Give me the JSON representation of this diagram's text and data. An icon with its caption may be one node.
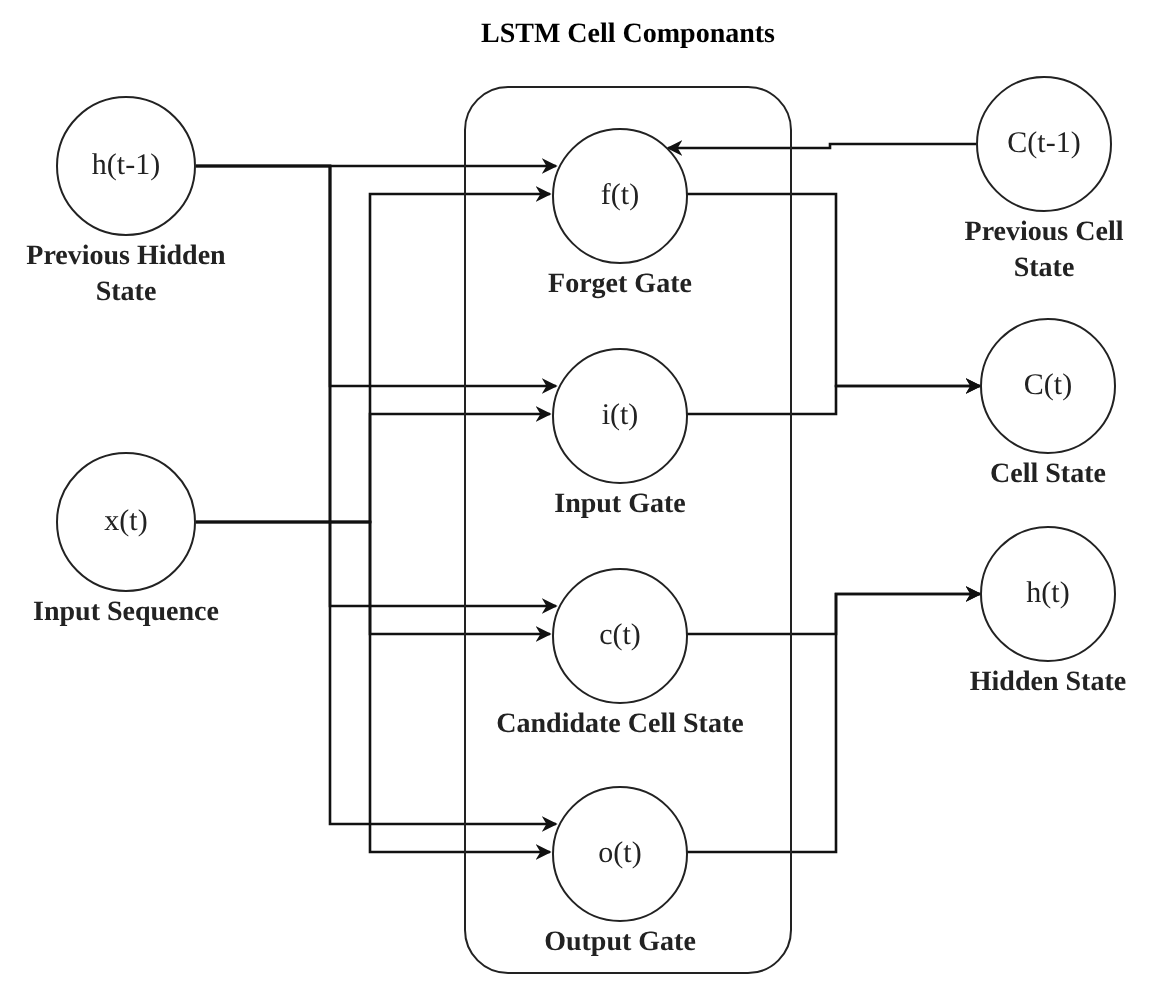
{
  "diagram": {
    "nodes": [
      {
        "text": [
          "LSTM Cell Componants"
        ]
      },
      {
        "text": [
          "h(t-1)"
        ],
        "beside": [
          "Previous Hidden State"
        ]
      },
      {
        "text": [
          "x(t)"
        ],
        "beside": [
          "Input Sequence"
        ]
      },
      {
        "text": [
          "f(t)"
        ],
        "beside": [
          "Forget Gate"
        ],
        "in": 0
      },
      {
        "text": [
          "i(t)"
        ],
        "beside": [
          "Input Gate"
        ],
        "in": 0
      },
      {
        "text": [
          "c(t)"
        ],
        "beside": [
          "Candidate Cell State"
        ],
        "in": 0
      },
      {
        "text": [
          "o(t)"
        ],
        "beside": [
          "Output Gate"
        ],
        "in": 0
      },
      {
        "text": [
          "C(t-1)"
        ],
        "beside": [
          "Previous Cell State"
        ]
      },
      {
        "text": [
          "C(t)"
        ],
        "beside": [
          "Cell State"
        ]
      },
      {
        "text": [
          "h(t)"
        ],
        "beside": [
          "Hidden State"
        ]
      }
    ],
    "edges": [
      {
        "from": 1,
        "to": 3,
        "arrow": "to"
      },
      {
        "from": 1,
        "to": 4,
        "arrow": "to"
      },
      {
        "from": 1,
        "to": 5,
        "arrow": "to"
      },
      {
        "from": 1,
        "to": 6,
        "arrow": "to"
      },
      {
        "from": 2,
        "to": 3,
        "arrow": "to"
      },
      {
        "from": 2,
        "to": 4,
        "arrow": "to"
      },
      {
        "from": 2,
        "to": 5,
        "arrow": "to"
      },
      {
        "from": 2,
        "to": 6,
        "arrow": "to"
      },
      {
        "from": 7,
        "to": 3,
        "arrow": "to"
      },
      {
        "from": 3,
        "to": 8,
        "arrow": "to"
      },
      {
        "from": 4,
        "to": 8,
        "arrow": "to"
      },
      {
        "from": 5,
        "to": 9,
        "arrow": "to"
      },
      {
        "from": 6,
        "to": 9,
        "arrow": "to"
      }
    ]
  }
}
